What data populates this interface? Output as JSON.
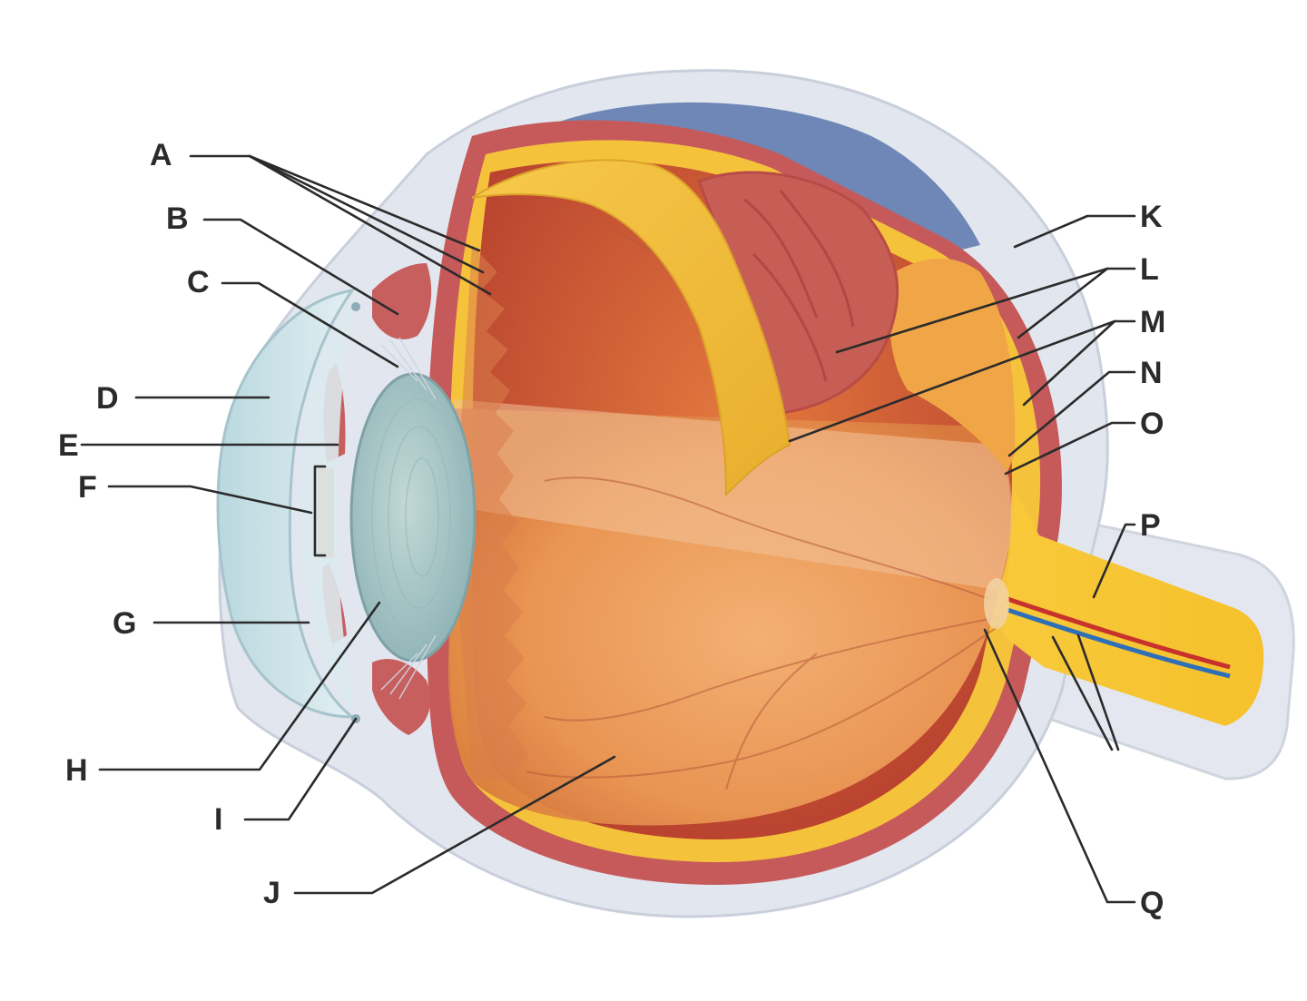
{
  "diagram": {
    "labels": {
      "A": "A",
      "B": "B",
      "C": "C",
      "D": "D",
      "E": "E",
      "F": "F",
      "G": "G",
      "H": "H",
      "I": "I",
      "J": "J",
      "K": "K",
      "L": "L",
      "M": "M",
      "N": "N",
      "O": "O",
      "P": "P",
      "Q": "Q"
    }
  },
  "colors": {
    "sclera": "#dfe3ec",
    "choroid": "#c8585a",
    "retina": "#f7c53a",
    "vitreous": "#f0a45e",
    "lens": "#a9c7c8",
    "cornea": "#c9e1e6",
    "conjunctiva_blue": "#6e86b5",
    "artery": "#c8322c",
    "vein": "#2f6fb8"
  }
}
